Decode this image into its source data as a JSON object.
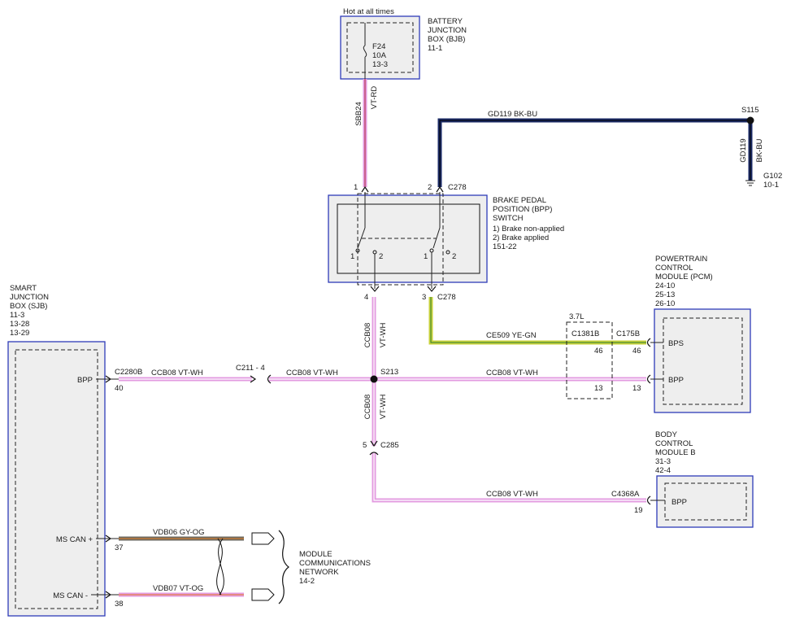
{
  "bjb": {
    "hot_label": "Hot at all times",
    "title": [
      "BATTERY",
      "JUNCTION",
      "BOX (BJB)",
      "11-1"
    ],
    "fuse": [
      "F24",
      "10A",
      "13-3"
    ]
  },
  "wires": {
    "sbb24_circuit": "SBB24",
    "sbb24_color": "VT-RD",
    "gd119_top": "GD119   BK-BU",
    "gd119_v_circuit": "GD119",
    "gd119_v_color": "BK-BU",
    "ccb08_left_a": "CCB08   VT-WH",
    "ccb08_left_b": "CCB08   VT-WH",
    "ccb08_vert_top_circuit": "CCB08",
    "ccb08_vert_top_color": "VT-WH",
    "ccb08_vert_bot_circuit": "CCB08",
    "ccb08_vert_bot_color": "VT-WH",
    "ccb08_right": "CCB08   VT-WH",
    "ce509": "CE509   YE-GN",
    "ccb08_bcm": "CCB08   VT-WH",
    "vdb06": "VDB06   GY-OG",
    "vdb07": "VDB07   VT-OG"
  },
  "splices": {
    "s115": "S115",
    "s213": "S213"
  },
  "ground": {
    "name": "G102",
    "ref": "10-1"
  },
  "bpp_switch": {
    "title": [
      "BRAKE PEDAL",
      "POSITION (BPP)",
      "SWITCH",
      "1) Brake non-applied",
      "2) Brake applied",
      "151-22"
    ],
    "pin_in_left": "1",
    "pin_in_right": "2",
    "connector_top": "C278",
    "pin_out_left": "4",
    "pin_out_right": "3",
    "connector_bottom": "C278",
    "pos_labels": [
      "1",
      "2",
      "1",
      "2"
    ]
  },
  "sjb": {
    "title": [
      "SMART",
      "JUNCTION",
      "BOX (SJB)",
      "11-3",
      "13-28",
      "13-29"
    ],
    "pins": [
      {
        "label": "BPP",
        "num": "40"
      },
      {
        "label": "MS CAN +",
        "num": "37"
      },
      {
        "label": "MS CAN -",
        "num": "38"
      }
    ],
    "connector": "C2280B"
  },
  "inline_connector": "C211  -  4",
  "c285": {
    "name": "C285",
    "pin": "5"
  },
  "pcm": {
    "title": [
      "POWERTRAIN",
      "CONTROL",
      "MODULE (PCM)",
      "24-10",
      "25-13",
      "26-10"
    ],
    "engine": "3.7L",
    "inline_conn": "C1381B",
    "conn": "C175B",
    "pins": [
      {
        "label": "BPS",
        "num": "46",
        "inline": "46"
      },
      {
        "label": "BPP",
        "num": "13",
        "inline": "13"
      }
    ]
  },
  "bcm": {
    "title": [
      "BODY",
      "CONTROL",
      "MODULE B",
      "31-3",
      "42-4"
    ],
    "conn": "C4368A",
    "pin": {
      "label": "BPP",
      "num": "19"
    }
  },
  "network": {
    "title": [
      "MODULE",
      "COMMUNICATIONS",
      "NETWORK",
      "14-2"
    ]
  },
  "colors": {
    "box_border": "#2e3bb8",
    "box_fill": "#eeeeee",
    "wire_vt": "#e39be0",
    "wire_bk_bu": "#1a2a66",
    "wire_ye_gn": "#c8d23a",
    "wire_gy": "#6e6a60"
  }
}
